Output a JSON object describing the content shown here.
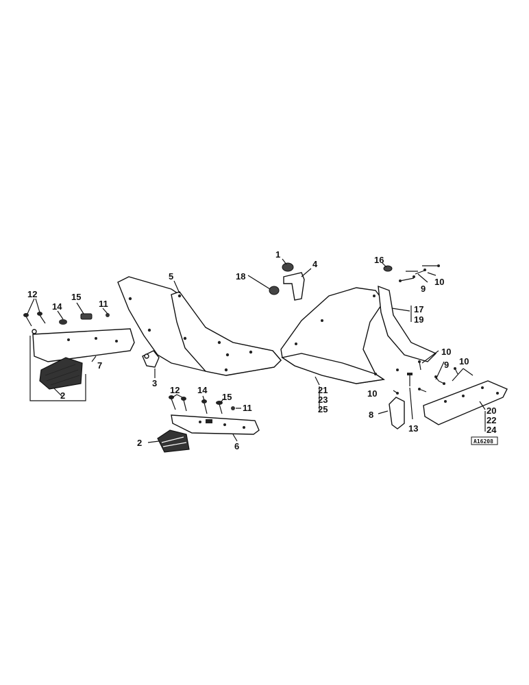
{
  "labels": {
    "l1": "1",
    "l2a": "2",
    "l2b": "2",
    "l3": "3",
    "l4": "4",
    "l5": "5",
    "l6": "6",
    "l7": "7",
    "l8": "8",
    "l9a": "9",
    "l9b": "9",
    "l10a": "10",
    "l10b": "10",
    "l10c": "10",
    "l10d": "10",
    "l11a": "11",
    "l11b": "11",
    "l12a": "12",
    "l12b": "12",
    "l13": "13",
    "l14a": "14",
    "l14b": "14",
    "l15a": "15",
    "l15b": "15",
    "l16": "16",
    "l17": "17",
    "l18": "18",
    "l19": "19",
    "l20": "20",
    "l21": "21",
    "l22": "22",
    "l23": "23",
    "l24": "24",
    "l25": "25"
  },
  "reference_code": "A16208"
}
